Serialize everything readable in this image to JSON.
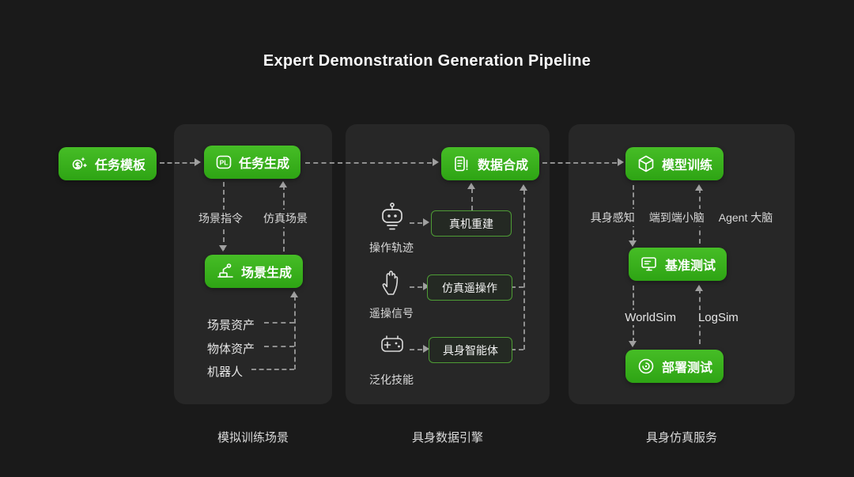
{
  "colors": {
    "accent_green": "#3fb41e",
    "panel_bg": "#272727",
    "canvas_bg": "#1a1a1a",
    "connector_gray": "#8f8f8f"
  },
  "title": "Expert Demonstration Generation Pipeline",
  "source": {
    "label": "任务模板"
  },
  "panel1": {
    "caption": "模拟训练场景",
    "btn_task_gen": "任务生成",
    "btn_task_gen_badge": "PL",
    "label_scene_cmd": "场景指令",
    "label_sim_scene": "仿真场景",
    "btn_scene_gen": "场景生成",
    "items": [
      "场景资产",
      "物体资产",
      "机器人"
    ]
  },
  "panel2": {
    "caption": "具身数据引擎",
    "btn_data_syn": "数据合成",
    "rows": [
      {
        "source": "操作轨迹",
        "target": "真机重建"
      },
      {
        "source": "遥操信号",
        "target": "仿真遥操作"
      },
      {
        "source": "泛化技能",
        "target": "具身智能体"
      }
    ]
  },
  "panel3": {
    "caption": "具身仿真服务",
    "btn_model_train": "模型训练",
    "labels_row1": [
      "具身感知",
      "端到端小脑",
      "Agent 大脑"
    ],
    "btn_benchmark": "基准测试",
    "labels_row2": [
      "WorldSim",
      "LogSim"
    ],
    "btn_deploy": "部署测试"
  }
}
